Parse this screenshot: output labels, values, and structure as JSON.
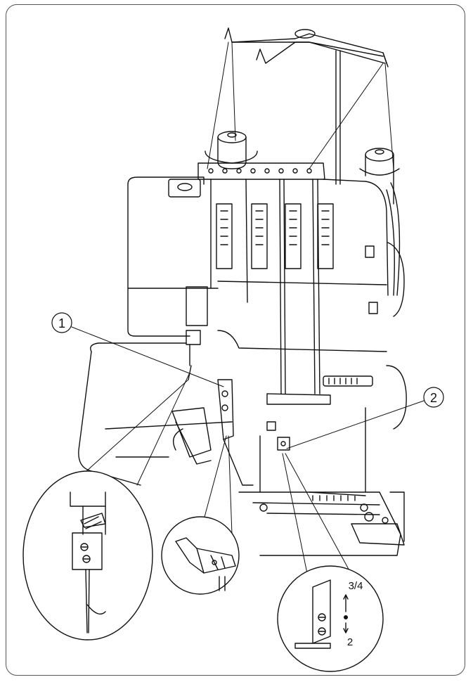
{
  "callouts": {
    "one": "1",
    "two": "2"
  },
  "inset_marks": {
    "upper": "3/4",
    "lower": "2"
  },
  "colors": {
    "ink": "#111111",
    "frame": "#555555",
    "background": "#ffffff"
  }
}
